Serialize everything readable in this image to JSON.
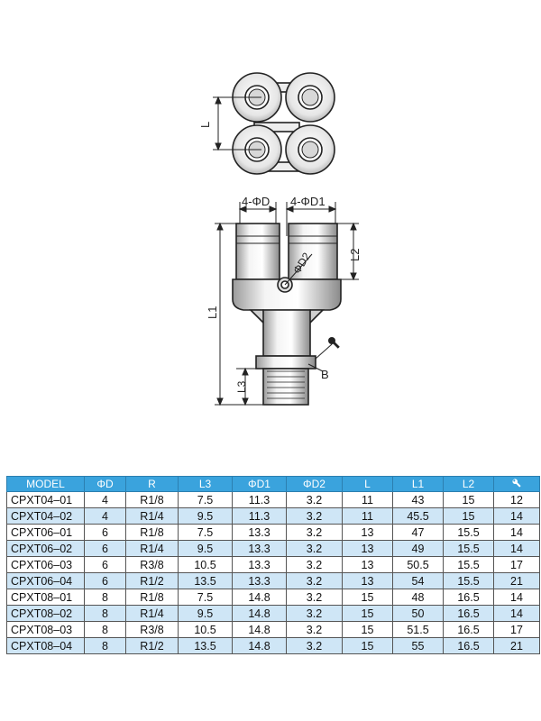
{
  "drawing": {
    "labels": {
      "l": "L",
      "d_4": "4-ΦD",
      "d1_4": "4-ΦD1",
      "d2": "ΦD2",
      "l2": "L2",
      "l1": "L1",
      "l3": "L3",
      "b": "B"
    }
  },
  "table": {
    "headers": [
      "MODEL",
      "ΦD",
      "R",
      "L3",
      "ΦD1",
      "ΦD2",
      "L",
      "L1",
      "L2",
      "wrench-icon"
    ],
    "rows": [
      [
        "CPXT04–01",
        "4",
        "R1/8",
        "7.5",
        "11.3",
        "3.2",
        "11",
        "43",
        "15",
        "12"
      ],
      [
        "CPXT04–02",
        "4",
        "R1/4",
        "9.5",
        "11.3",
        "3.2",
        "11",
        "45.5",
        "15",
        "14"
      ],
      [
        "CPXT06–01",
        "6",
        "R1/8",
        "7.5",
        "13.3",
        "3.2",
        "13",
        "47",
        "15.5",
        "14"
      ],
      [
        "CPXT06–02",
        "6",
        "R1/4",
        "9.5",
        "13.3",
        "3.2",
        "13",
        "49",
        "15.5",
        "14"
      ],
      [
        "CPXT06–03",
        "6",
        "R3/8",
        "10.5",
        "13.3",
        "3.2",
        "13",
        "50.5",
        "15.5",
        "17"
      ],
      [
        "CPXT06–04",
        "6",
        "R1/2",
        "13.5",
        "13.3",
        "3.2",
        "13",
        "54",
        "15.5",
        "21"
      ],
      [
        "CPXT08–01",
        "8",
        "R1/8",
        "7.5",
        "14.8",
        "3.2",
        "15",
        "48",
        "16.5",
        "14"
      ],
      [
        "CPXT08–02",
        "8",
        "R1/4",
        "9.5",
        "14.8",
        "3.2",
        "15",
        "50",
        "16.5",
        "14"
      ],
      [
        "CPXT08–03",
        "8",
        "R3/8",
        "10.5",
        "14.8",
        "3.2",
        "15",
        "51.5",
        "16.5",
        "17"
      ],
      [
        "CPXT08–04",
        "8",
        "R1/2",
        "13.5",
        "14.8",
        "3.2",
        "15",
        "55",
        "16.5",
        "21"
      ]
    ]
  },
  "colors": {
    "header_bg": "#3aa3dd",
    "alt_row_bg": "#cfe6f6",
    "line": "#222222"
  }
}
